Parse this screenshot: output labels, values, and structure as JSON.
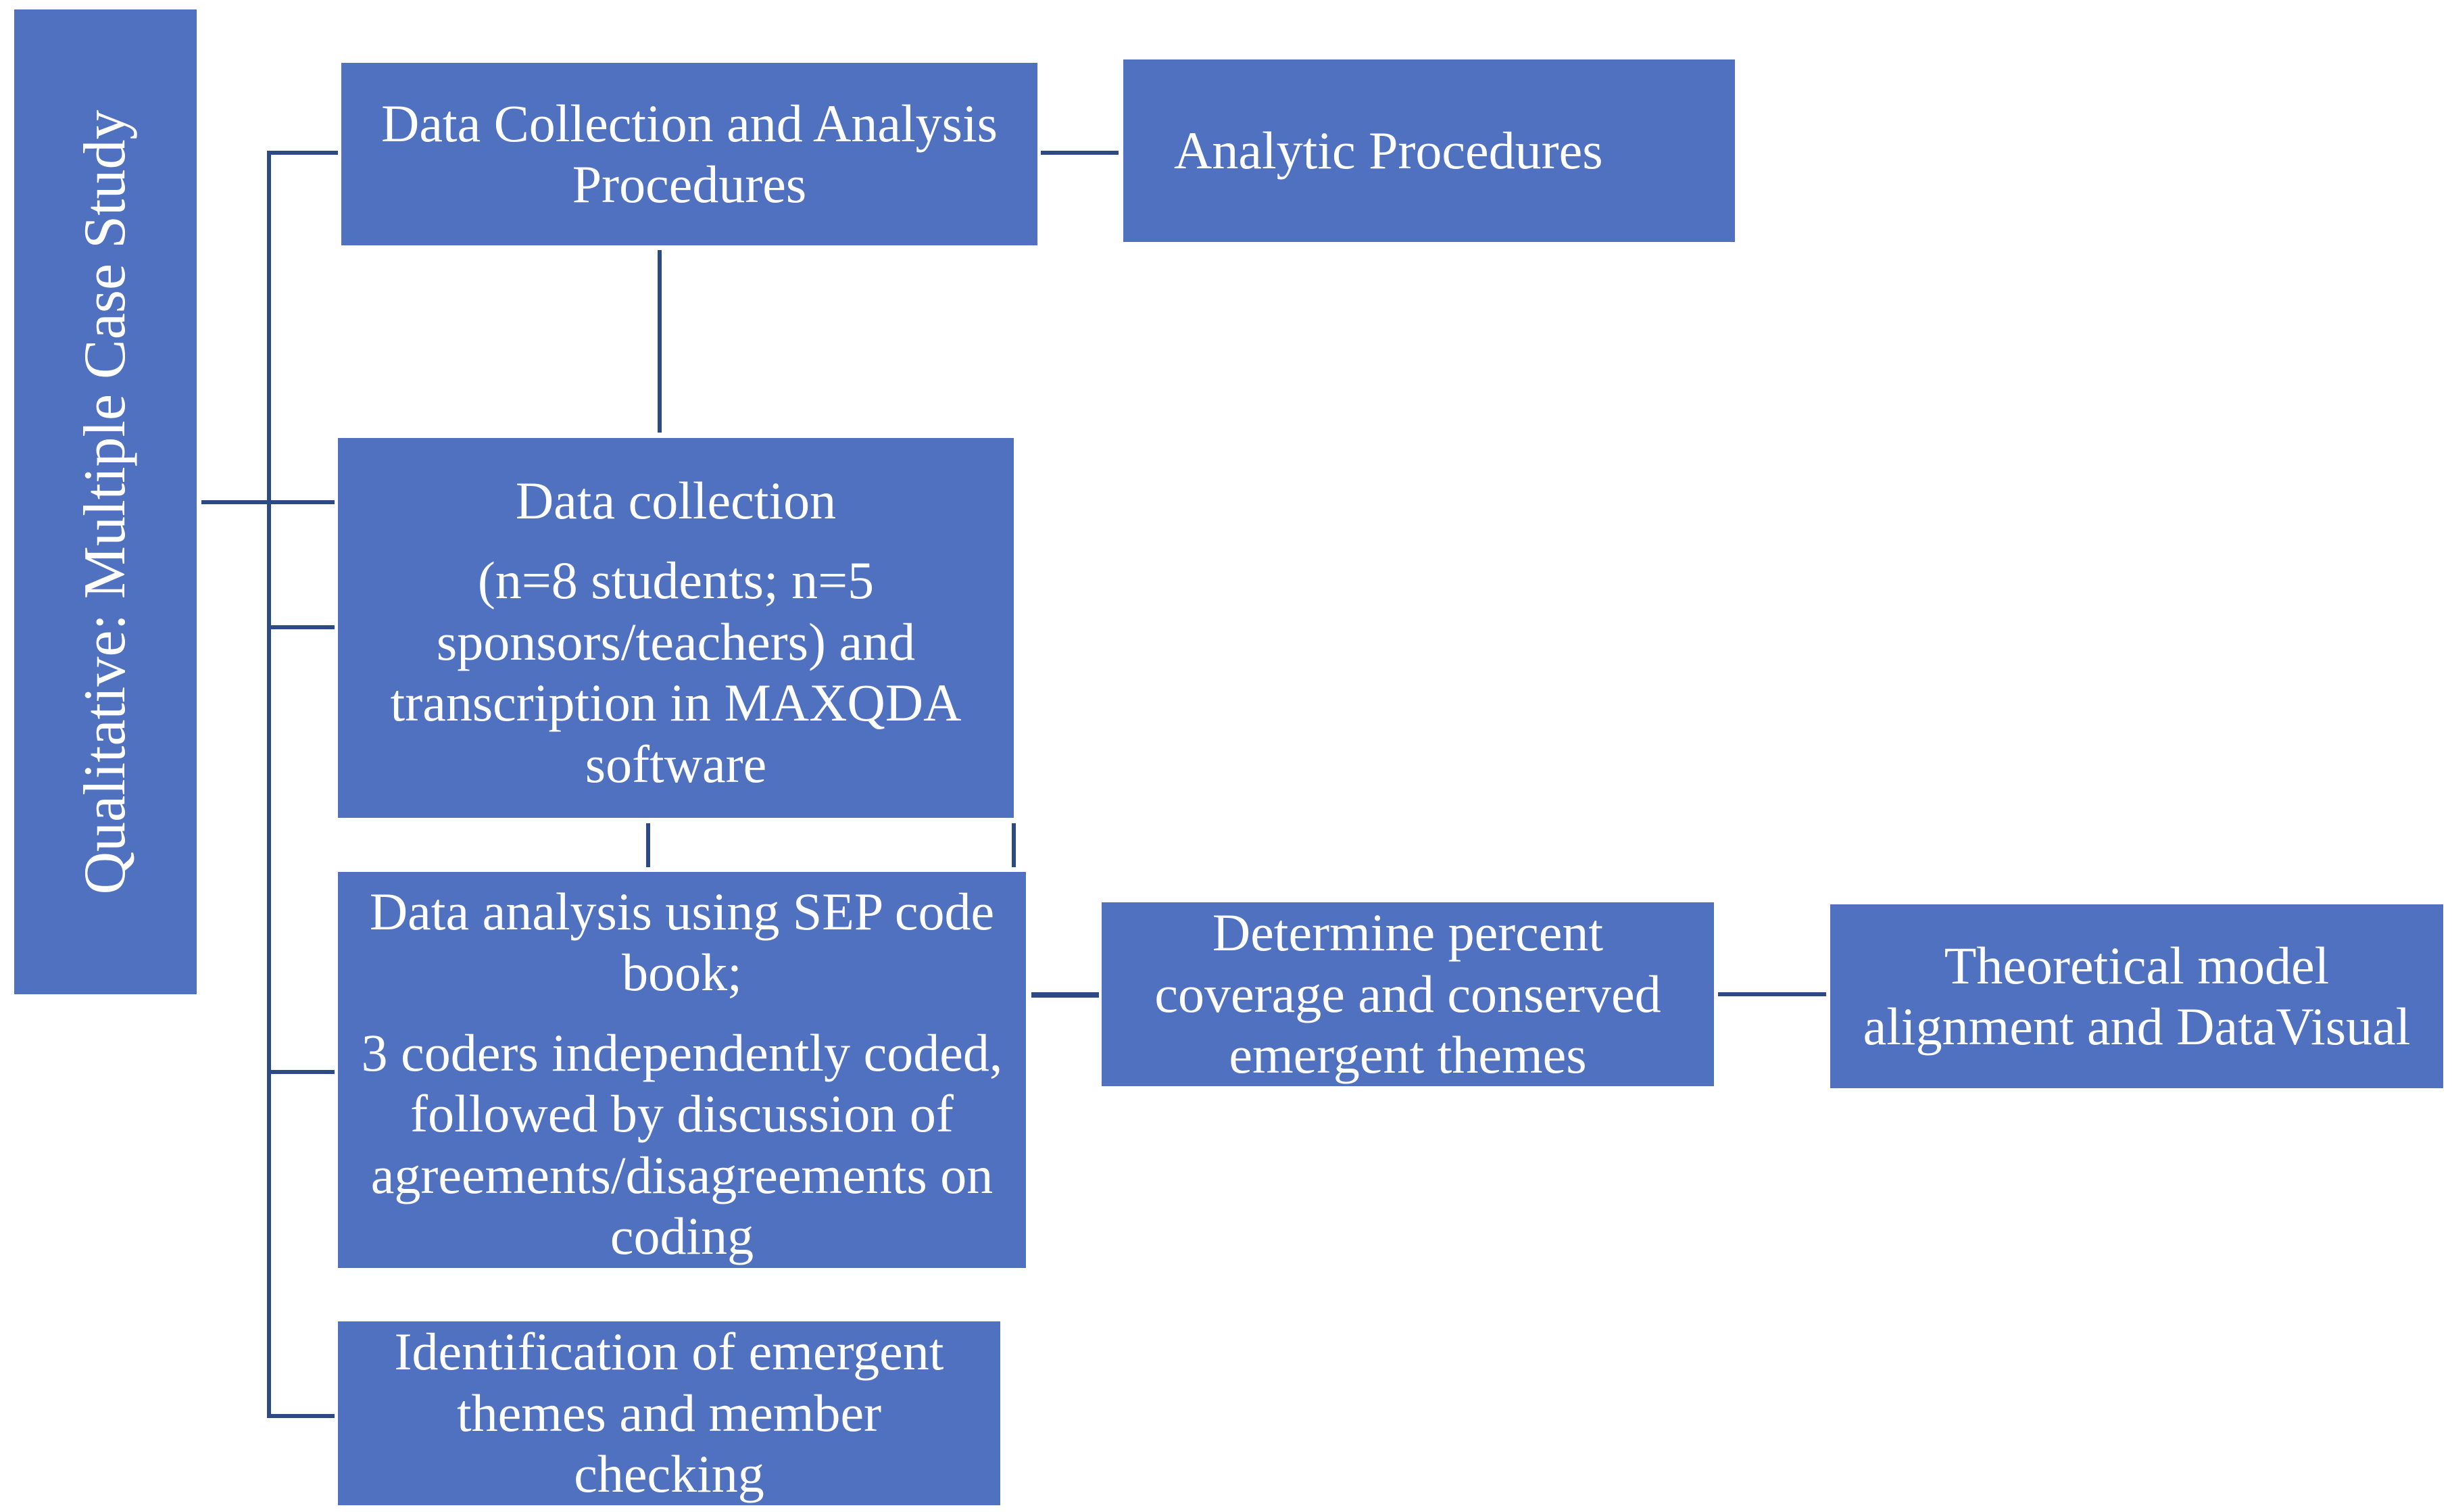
{
  "diagram": {
    "root": {
      "label": "Qualitative: Multiple Case Study"
    },
    "data_collection_and_analysis": {
      "lines": [
        "Data Collection and Analysis",
        "Procedures"
      ]
    },
    "analytic_procedures": {
      "label": "Analytic Procedures"
    },
    "data_collection": {
      "heading": "Data collection",
      "lines": [
        "(n=8 students; n=5",
        "sponsors/teachers) and",
        "transcription in MAXQDA",
        "software"
      ]
    },
    "data_analysis": {
      "lines": [
        "Data analysis using SEP code",
        "book;"
      ],
      "lines2": [
        "3 coders independently coded,",
        "followed by discussion of",
        "agreements/disagreements on",
        "coding"
      ]
    },
    "percent_coverage": {
      "lines": [
        "Determine percent",
        "coverage and conserved",
        "emergent themes"
      ]
    },
    "theoretical_model": {
      "lines": [
        "Theoretical model",
        "alignment and DataVisual"
      ]
    },
    "identification": {
      "lines": [
        "Identification of emergent",
        "themes and member",
        "checking"
      ]
    },
    "colors": {
      "box_fill": "#4f71bf",
      "box_text": "#ffffff",
      "connector": "#2e4a85"
    }
  }
}
